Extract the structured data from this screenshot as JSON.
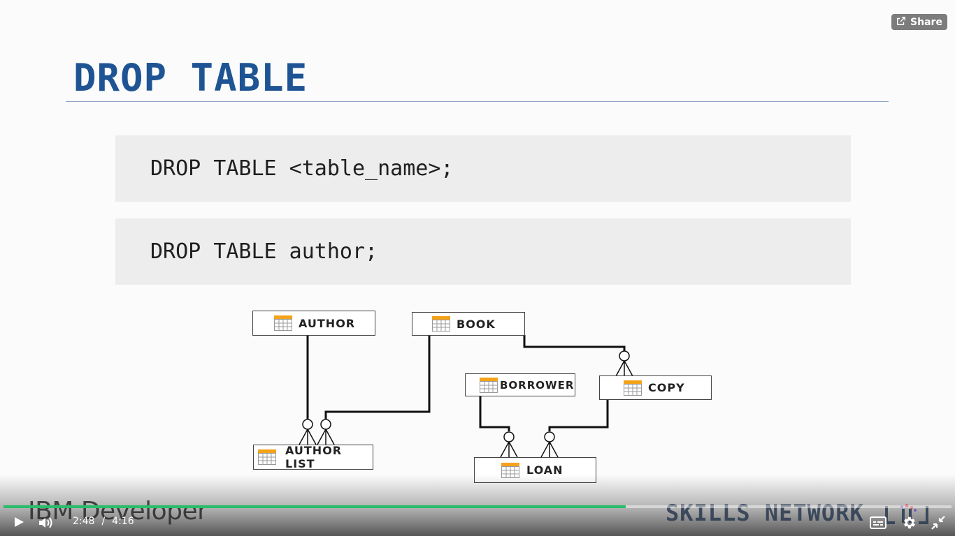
{
  "share_button": {
    "label": "Share",
    "icon": "share-icon"
  },
  "slide": {
    "title": "DROP TABLE",
    "code_lines": [
      "DROP TABLE <table_name>;",
      "DROP TABLE author;"
    ]
  },
  "er_diagram": {
    "entities": [
      "AUTHOR",
      "BOOK",
      "BORROWER",
      "COPY",
      "AUTHOR LIST",
      "LOAN"
    ],
    "icon_color": "#f5a21b"
  },
  "player": {
    "current_time": "2:48",
    "separator": "/",
    "duration": "4:16",
    "progress_fraction": 0.656,
    "brand_left": "IBM Developer",
    "brand_right": "SKILLS NETWORK",
    "accent": "#2bbd6a",
    "icons": [
      "play-icon",
      "volume-icon",
      "captions-icon",
      "settings-icon",
      "exit-fullscreen-icon"
    ]
  }
}
